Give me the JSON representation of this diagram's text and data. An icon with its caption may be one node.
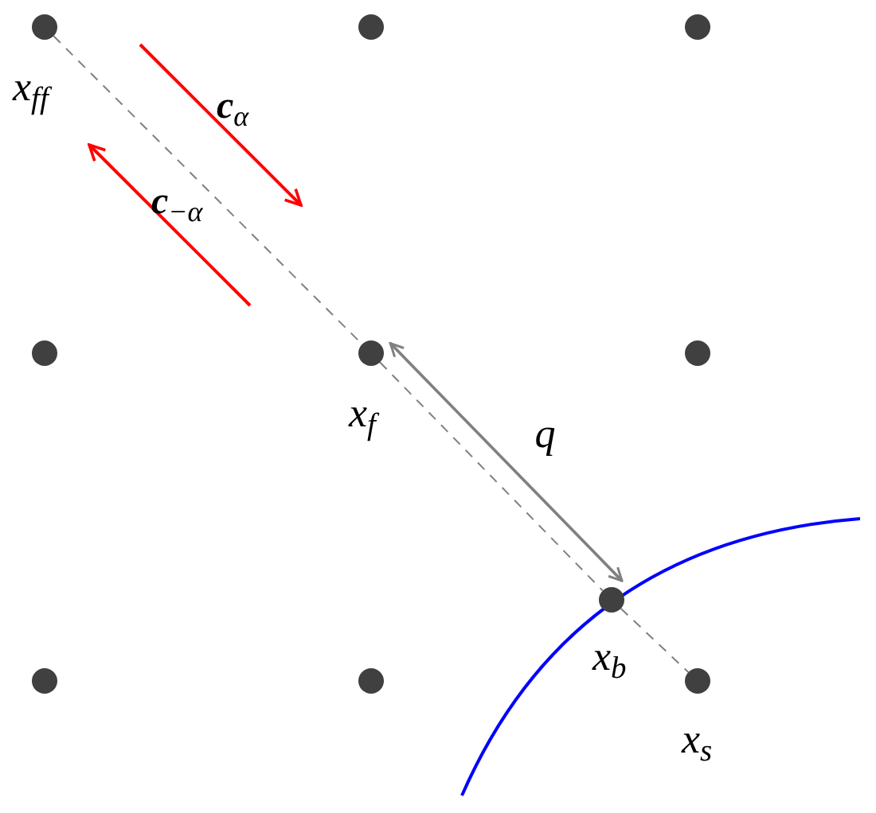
{
  "diagram": {
    "nodes": [
      {
        "text": [],
        "shape": "circle",
        "beside": [
          "x$_{ff}$"
        ]
      },
      {
        "text": [],
        "shape": "circle"
      },
      {
        "text": [],
        "shape": "circle"
      },
      {
        "text": [],
        "shape": "circle"
      },
      {
        "text": [],
        "shape": "circle",
        "beside": [
          "x$_{f}$"
        ]
      },
      {
        "text": [],
        "shape": "circle"
      },
      {
        "text": [],
        "shape": "circle",
        "beside": [
          "x$_{b}$"
        ]
      },
      {
        "text": [],
        "shape": "circle"
      },
      {
        "text": [],
        "shape": "circle"
      },
      {
        "text": [],
        "shape": "circle",
        "beside": [
          "x$_{s}$"
        ]
      }
    ],
    "edges": [
      {
        "from": 0,
        "to": 4,
        "arrow": "none",
        "style": "dashed"
      },
      {
        "from": 4,
        "to": 6,
        "arrow": "none",
        "style": "dashed"
      },
      {
        "from": 6,
        "to": 9,
        "arrow": "none",
        "style": "dashed"
      },
      {
        "from": 4,
        "to": 6,
        "arrow": "both",
        "label": "q"
      }
    ],
    "labels": [
      "**c**$_{α}$",
      "**c**$_{−α}$"
    ]
  }
}
